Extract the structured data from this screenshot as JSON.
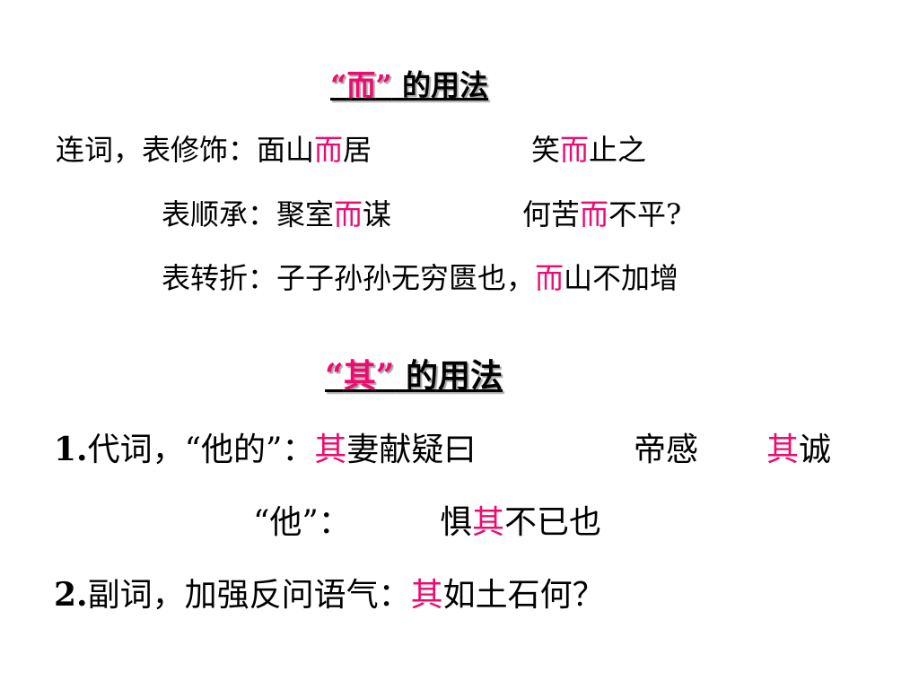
{
  "er": {
    "title": {
      "q1": "“",
      "char": "而",
      "q2": "”",
      "rest": " 的用法"
    },
    "line1": {
      "label": "连词，表修饰：",
      "a": "面山",
      "h1": "而",
      "b": "居",
      "c": "笑",
      "h2": "而",
      "d": "止之"
    },
    "line2": {
      "label": "表顺承：",
      "a": "聚室",
      "h1": "而",
      "b": "谋",
      "c": "何苦",
      "h2": "而",
      "d": "不平?"
    },
    "line3": {
      "label": "表转折：",
      "a": "子子孙孙无穷匮也，",
      "h1": "而",
      "b": "山不加增"
    }
  },
  "qi": {
    "title": {
      "q1": "“",
      "char": "其",
      "q2": "”",
      "rest": " 的用法"
    },
    "line1": {
      "num": "1.",
      "label": "代词，“他的”：",
      "h1": "其",
      "a": "妻献疑曰",
      "b": "帝感",
      "h2": "其",
      "c": "诚"
    },
    "line2": {
      "label": "“他”：",
      "a": "惧",
      "h1": "其",
      "b": "不已也"
    },
    "line3": {
      "num": "2.",
      "label": "副词，加强反问语气：",
      "h1": "其",
      "a": "如土石何？"
    }
  },
  "colors": {
    "highlight": "#ee0a6e",
    "text": "#000000"
  }
}
